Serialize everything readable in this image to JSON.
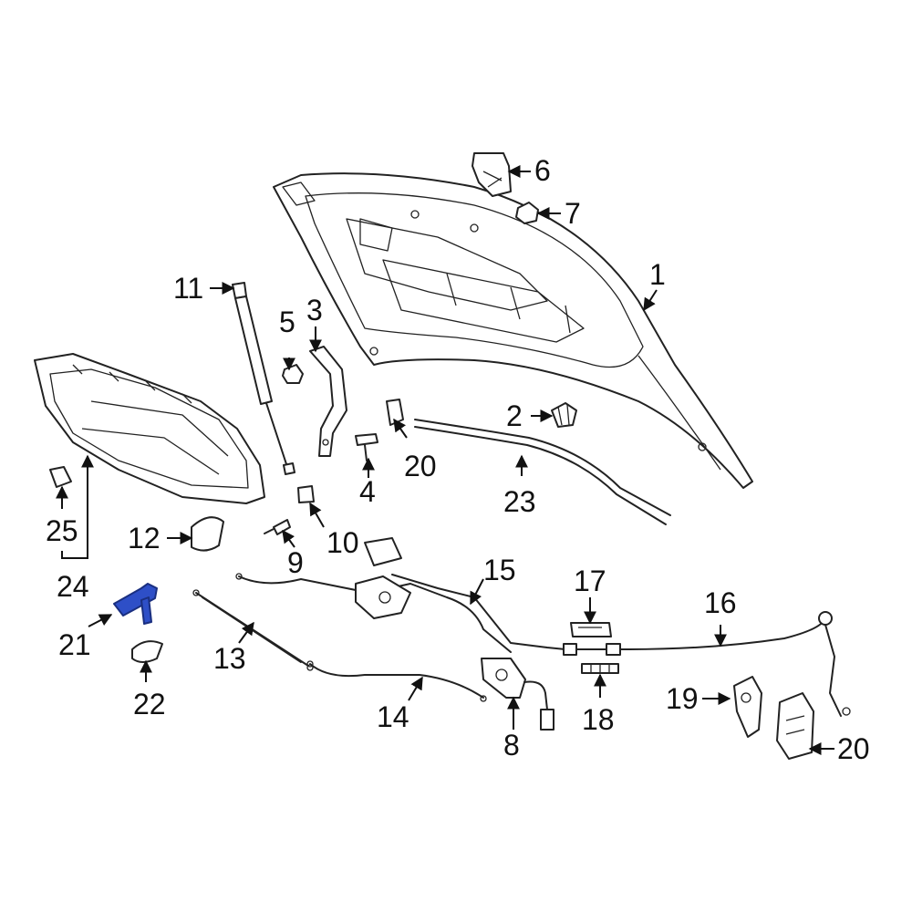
{
  "diagram": {
    "highlight_color": "#2e4fc7",
    "callouts": [
      {
        "id": "c1",
        "label": "1"
      },
      {
        "id": "c2",
        "label": "2"
      },
      {
        "id": "c3",
        "label": "3"
      },
      {
        "id": "c4",
        "label": "4"
      },
      {
        "id": "c5",
        "label": "5"
      },
      {
        "id": "c6",
        "label": "6"
      },
      {
        "id": "c7",
        "label": "7"
      },
      {
        "id": "c8",
        "label": "8"
      },
      {
        "id": "c9",
        "label": "9"
      },
      {
        "id": "c10",
        "label": "10"
      },
      {
        "id": "c11",
        "label": "11"
      },
      {
        "id": "c12",
        "label": "12"
      },
      {
        "id": "c13",
        "label": "13"
      },
      {
        "id": "c14",
        "label": "14"
      },
      {
        "id": "c15",
        "label": "15"
      },
      {
        "id": "c16",
        "label": "16"
      },
      {
        "id": "c17",
        "label": "17"
      },
      {
        "id": "c18",
        "label": "18"
      },
      {
        "id": "c19",
        "label": "19"
      },
      {
        "id": "c20a",
        "label": "20"
      },
      {
        "id": "c20b",
        "label": "20"
      },
      {
        "id": "c21",
        "label": "21"
      },
      {
        "id": "c22",
        "label": "22"
      },
      {
        "id": "c23",
        "label": "23"
      },
      {
        "id": "c24",
        "label": "24"
      },
      {
        "id": "c25",
        "label": "25"
      }
    ]
  }
}
